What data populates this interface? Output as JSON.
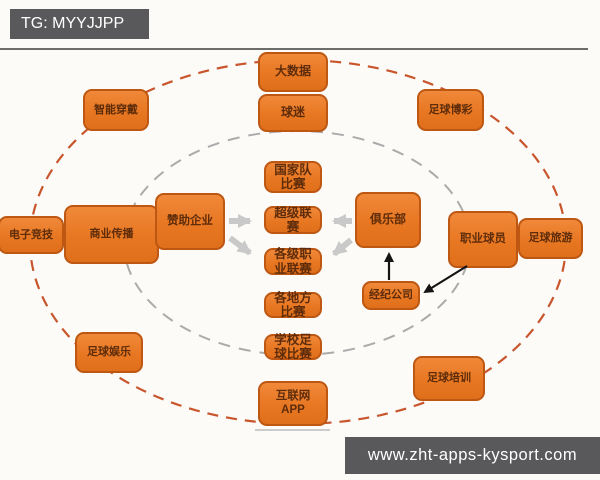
{
  "header": {
    "tg_label": "TG: MYYJJPP"
  },
  "footer": {
    "website": "www.zht-apps-kysport.com"
  },
  "colors": {
    "node_fill": "#e87722",
    "node_border": "#bd5712",
    "node_text": "#5e2c0a",
    "outer_ring": "#c8552c",
    "inner_ring": "#ababab",
    "arrow_gray": "#c9c9c9",
    "arrow_black": "#151515",
    "banner_bg": "#59595b",
    "banner_text": "#ffffff"
  },
  "diagram": {
    "nodes": {
      "big_data": {
        "label": "大数据"
      },
      "fans": {
        "label": "球迷"
      },
      "smart_wearables": {
        "label": "智能穿戴"
      },
      "football_betting": {
        "label": "足球博彩"
      },
      "esports": {
        "label": "电子竞技"
      },
      "commercial_media": {
        "label": "商业传播"
      },
      "sponsor": {
        "label": "赞助企业"
      },
      "national_team_matches": {
        "label": "国家队比赛"
      },
      "super_league": {
        "label": "超级联赛"
      },
      "pro_leagues": {
        "label": "各级职业联赛"
      },
      "local_matches": {
        "label": "各地方比赛"
      },
      "school_football": {
        "label": "学校足球比赛"
      },
      "club": {
        "label": "俱乐部"
      },
      "agency": {
        "label": "经纪公司"
      },
      "pro_players": {
        "label": "职业球员"
      },
      "football_tourism": {
        "label": "足球旅游"
      },
      "football_entertainment": {
        "label": "足球娱乐"
      },
      "football_training": {
        "label": "足球培训"
      },
      "internet_app": {
        "label": "互联网\nAPP"
      }
    },
    "connections": [
      {
        "from": "赞助企业",
        "to": "超级联赛",
        "style": "gray-arrow"
      },
      {
        "from": "赞助企业",
        "to": "各级职业联赛",
        "style": "gray-arrow"
      },
      {
        "from": "俱乐部",
        "to": "超级联赛",
        "style": "gray-arrow"
      },
      {
        "from": "俱乐部",
        "to": "各级职业联赛",
        "style": "gray-arrow"
      },
      {
        "from": "经纪公司",
        "to": "俱乐部",
        "style": "black-arrow"
      },
      {
        "from": "职业球员",
        "to": "经纪公司",
        "style": "black-arrow"
      }
    ],
    "rings": [
      {
        "name": "outer-ring",
        "style": "orange-dashed"
      },
      {
        "name": "inner-ring",
        "style": "gray-dashed"
      }
    ]
  }
}
